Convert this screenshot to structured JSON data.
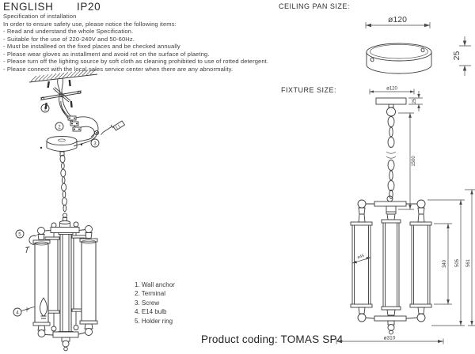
{
  "header": {
    "language": "ENGLISH",
    "ip_rating": "IP20"
  },
  "spec": {
    "title": "Specification of installation",
    "intro": "In order to ensure safety use, please notice the following items:",
    "items": [
      "- Read and understand the whole Specification.",
      "- Suitable for the use of 220-240V and 50-60Hz.",
      "- Must be installeed on the fixed places and be checked annually",
      "- Please wear gloves as installment and avoid rot on the surface of plaetng.",
      "- Please turn off the lighitng source by soft cloth as cleaning prohibited to use of rotted detergent.",
      "- Please connect with the local sales service center when there are any abnormality."
    ]
  },
  "install_diagram": {
    "callouts": [
      "1",
      "2",
      "3",
      "4",
      "5"
    ]
  },
  "parts_list": {
    "items": [
      "1. Wall anchor",
      "2. Terminal",
      "3. Screw",
      "4. E14 bulb",
      "5. Holder ring"
    ]
  },
  "ceiling_pan": {
    "title": "CEILING PAN  SIZE:",
    "dims": {
      "diameter": "ø120",
      "height": "25"
    }
  },
  "fixture": {
    "title": "FIXTURE SIZE:",
    "dims": {
      "canopy_diameter": "ø120",
      "canopy_height": "25",
      "chain_length": "1500",
      "shade_diameter": "ø45",
      "shade_height": "340",
      "body_height": "505",
      "overall_height": "561",
      "overall_width": "ø310"
    }
  },
  "footer": {
    "product_coding_label": "Product coding:",
    "product_coding_value": "TOMAS SP4"
  },
  "colors": {
    "ink": "#2b2b2b",
    "line": "#3c3c3c",
    "background": "#ffffff"
  }
}
